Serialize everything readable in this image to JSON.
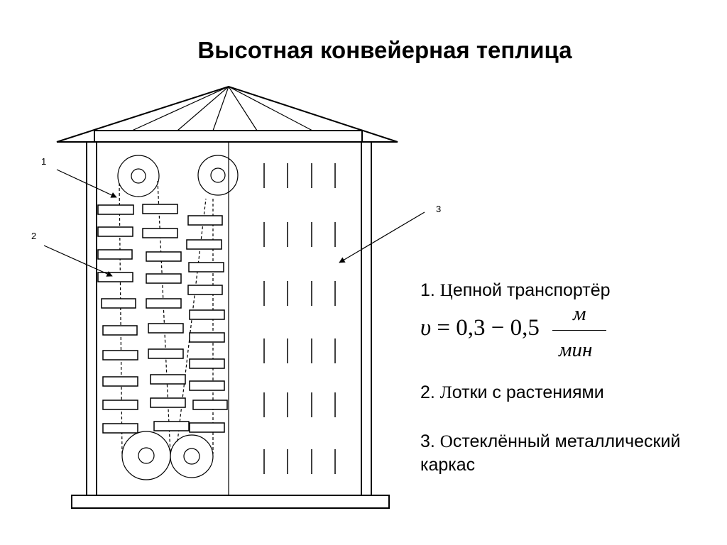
{
  "title": "Высотная конвейерная теплица",
  "callouts": {
    "one": "1",
    "two": "2",
    "three": "3"
  },
  "legend": {
    "item1": {
      "num": "1. ",
      "first": "Ц",
      "rest": "епной транспортёр"
    },
    "item2": {
      "num": "2. ",
      "first": "Л",
      "rest": "отки с растениями"
    },
    "item3": {
      "num": "3. ",
      "first": "О",
      "rest": "стеклённый металлический",
      "line2": "каркас"
    }
  },
  "formula": {
    "variable": "υ",
    "equals_range": " = 0,3 − 0,5 ",
    "numerator": "м",
    "denominator": "мин"
  }
}
